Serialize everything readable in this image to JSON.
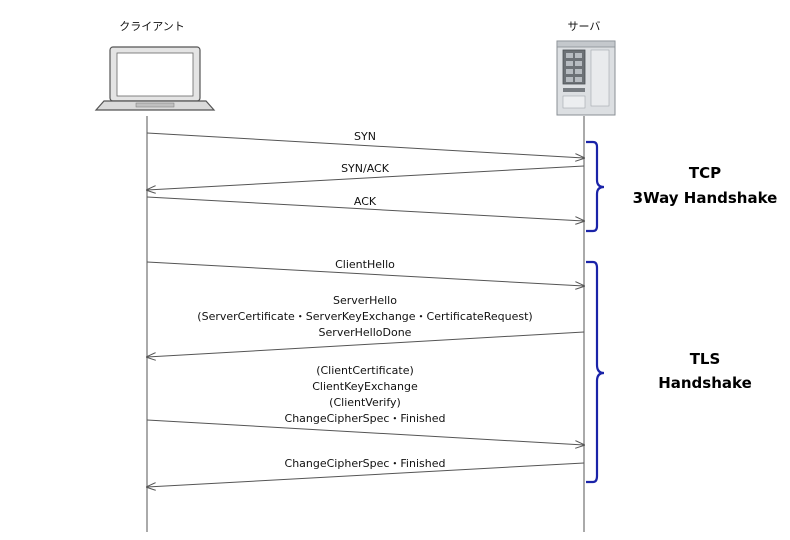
{
  "actors": {
    "client": "クライアント",
    "server": "サーバ"
  },
  "colors": {
    "line": "#555555",
    "brace": "#1a23a8",
    "laptop_body": "#e8e8e8",
    "laptop_screen": "#ffffff",
    "server_body": "#d9dcdf"
  },
  "messages": [
    {
      "from": "client",
      "to": "server",
      "lines": [
        "SYN"
      ]
    },
    {
      "from": "server",
      "to": "client",
      "lines": [
        "SYN/ACK"
      ]
    },
    {
      "from": "client",
      "to": "server",
      "lines": [
        "ACK"
      ]
    },
    {
      "from": "client",
      "to": "server",
      "lines": [
        "ClientHello"
      ]
    },
    {
      "from": "server",
      "to": "client",
      "lines": [
        "ServerHello",
        "(ServerCertificate・ServerKeyExchange・CertificateRequest)",
        "ServerHelloDone"
      ]
    },
    {
      "from": "client",
      "to": "server",
      "lines": [
        "(ClientCertificate)",
        "ClientKeyExchange",
        "(ClientVerify)",
        "ChangeCipherSpec・Finished"
      ]
    },
    {
      "from": "server",
      "to": "client",
      "lines": [
        "ChangeCipherSpec・Finished"
      ]
    }
  ],
  "groups": [
    {
      "lines": [
        "TCP",
        "3Way Handshake"
      ]
    },
    {
      "lines": [
        "TLS",
        "Handshake"
      ]
    }
  ]
}
